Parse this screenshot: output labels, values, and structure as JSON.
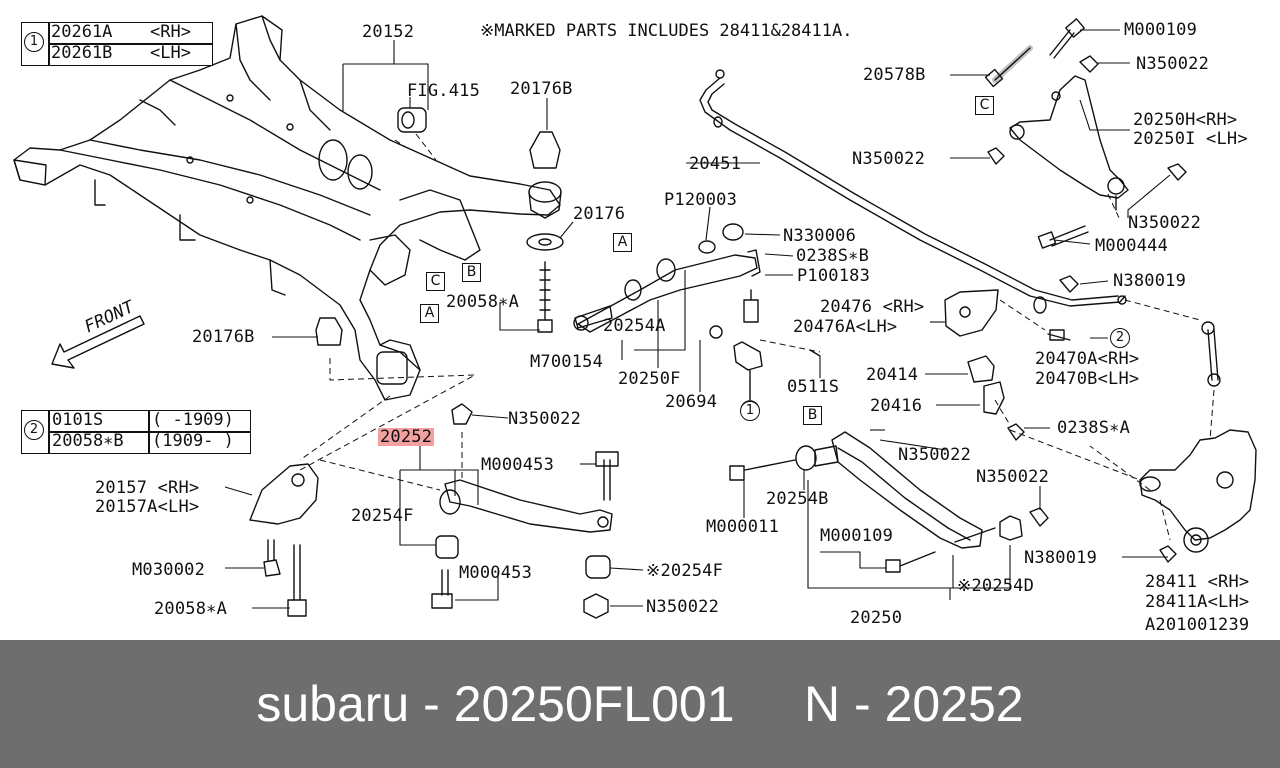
{
  "note": "※MARKED PARTS INCLUDES 28411&28411A.",
  "legend1": {
    "number": "1",
    "rows": [
      {
        "code": "20261A",
        "side": "<RH>"
      },
      {
        "code": "20261B",
        "side": "<LH>"
      }
    ]
  },
  "legend2": {
    "number": "2",
    "rows": [
      {
        "code": "0101S",
        "range": "( -1909)"
      },
      {
        "code": "20058∗B",
        "range": "(1909- )"
      }
    ]
  },
  "front_label": "FRONT",
  "highlighted_part": "20252",
  "labels": {
    "p20152": "20152",
    "fig415": "FIG.415",
    "p20176B_top": "20176B",
    "p20176": "20176",
    "p20176B": "20176B",
    "p20058A_mid": "20058∗A",
    "m700154": "M700154",
    "p20254A": "20254A",
    "p20250F": "20250F",
    "p20694": "20694",
    "p120003": "P120003",
    "n330006": "N330006",
    "p0238SB": "0238S∗B",
    "p100183": "P100183",
    "p0511S": "0511S",
    "p20451": "20451",
    "m000109_top": "M000109",
    "p20578B": "20578B",
    "n350022_tr": "N350022",
    "p20250H": "20250H<RH>",
    "p20250I": "20250I <LH>",
    "n350022_c": "N350022",
    "n350022_r": "N350022",
    "m000444": "M000444",
    "n380019_top": "N380019",
    "p20476": "20476 <RH>",
    "p20476A": "20476A<LH>",
    "p20470A": "20470A<RH>",
    "p20470B": "20470B<LH>",
    "p20414": "20414",
    "p20416": "20416",
    "p0238SA": "0238S∗A",
    "n350022_b": "N350022",
    "n350022_b2": "N350022",
    "m000011": "M000011",
    "p20254B": "20254B",
    "m000109_b": "M000109",
    "p20254D": "※20254D",
    "p20250": "20250",
    "n380019_b": "N380019",
    "p28411": "28411 <RH>",
    "p28411A": "28411A<LH>",
    "ref": "A201001239",
    "n350022_mid": "N350022",
    "m000453_a": "M000453",
    "m000453_b": "M000453",
    "p20254F_l": "20254F",
    "p20254F_r": "※20254F",
    "n350022_bl": "N350022",
    "p20157": "20157 <RH>",
    "p20157A": "20157A<LH>",
    "m030002": "M030002",
    "p20058A_b": "20058∗A",
    "box_A1": "A",
    "box_A2": "A",
    "box_B1": "B",
    "box_B2": "B",
    "box_C1": "C",
    "box_C2": "C",
    "circ1": "1",
    "circ2": "2"
  },
  "footer": {
    "brand": "subaru",
    "part_number": "20250FL001",
    "n_label": "N",
    "n_value": "20252",
    "separator": "-"
  },
  "colors": {
    "background": "#ffffff",
    "line": "#111111",
    "highlight": "#f2a0a0",
    "footer_bg": "#6e6e6e",
    "footer_text": "#ffffff"
  }
}
